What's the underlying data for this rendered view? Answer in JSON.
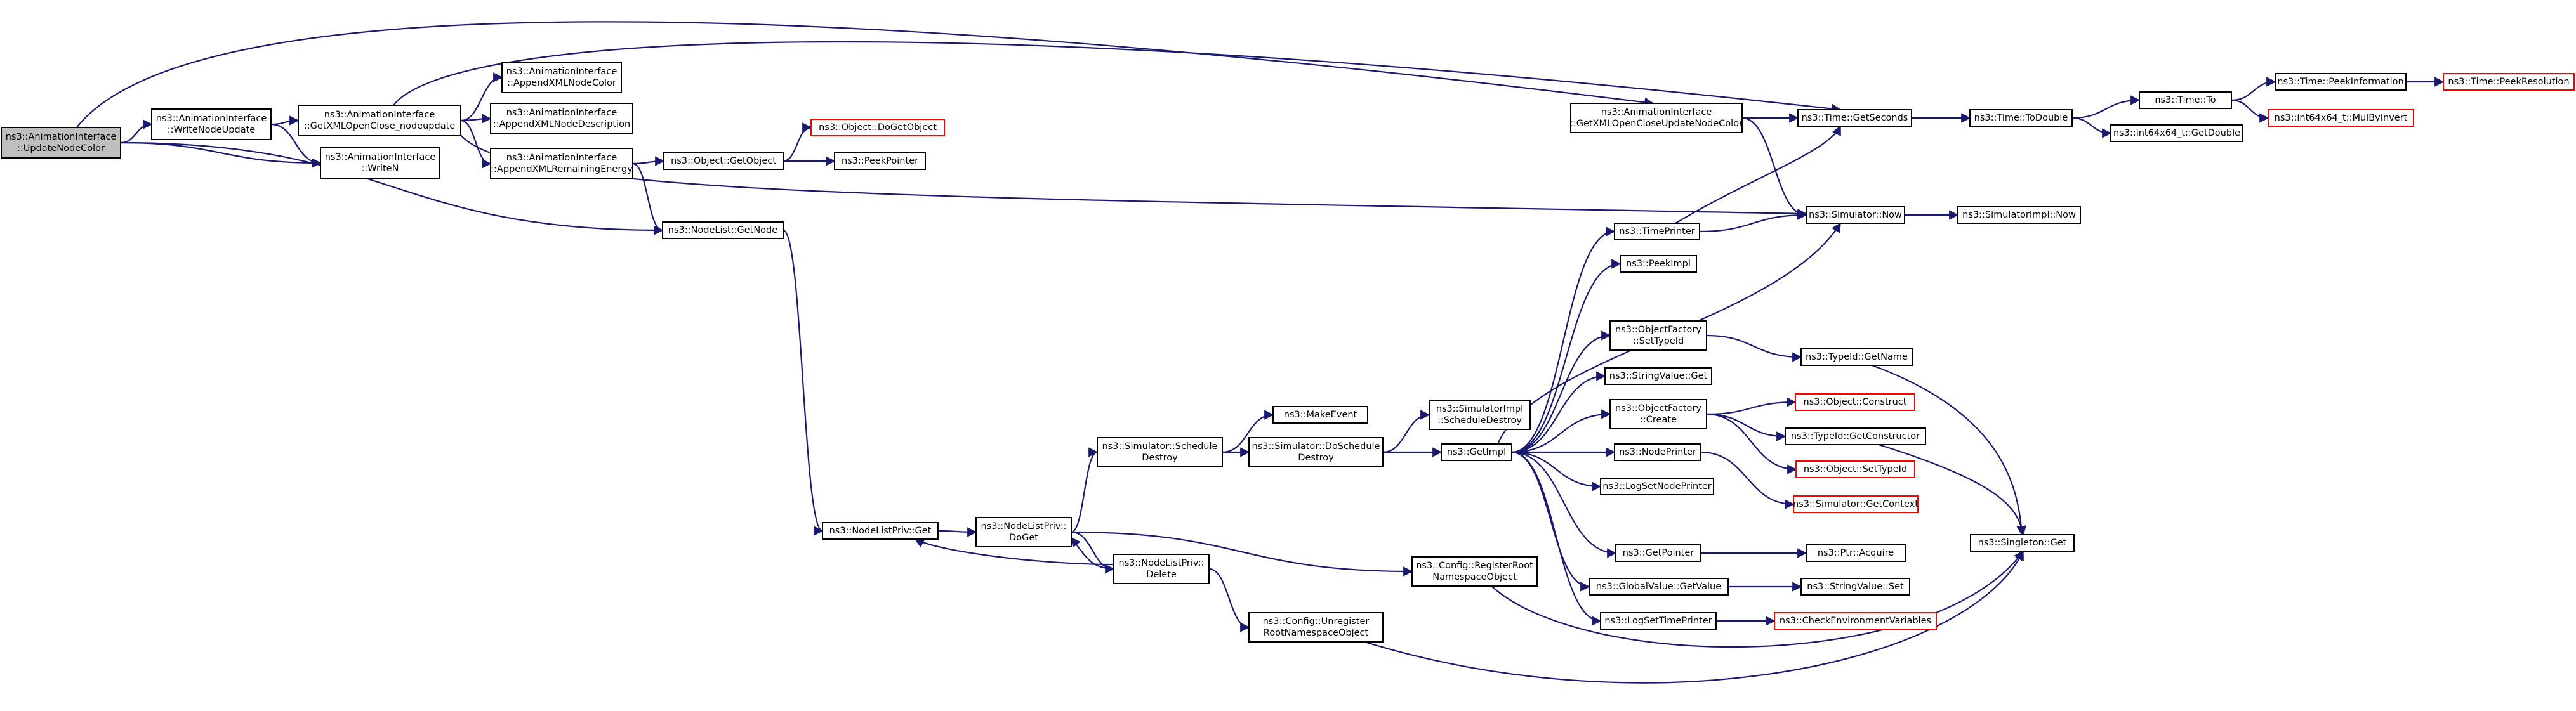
{
  "graph": {
    "edge_color": "#191970",
    "node_border": "#000000",
    "external_node_border": "#ff0000",
    "root_fill": "#bfbfbf",
    "nodes": [
      {
        "id": "n0",
        "lines": [
          "ns3::AnimationInterface",
          "::UpdateNodeColor"
        ],
        "variant": "root"
      },
      {
        "id": "n1",
        "lines": [
          "ns3::AnimationInterface",
          "::WriteNodeUpdate"
        ]
      },
      {
        "id": "n2",
        "lines": [
          "ns3::AnimationInterface",
          "::GetXMLOpenClose_nodeupdate"
        ]
      },
      {
        "id": "n3",
        "lines": [
          "ns3::AnimationInterface",
          "::WriteN"
        ]
      },
      {
        "id": "n4",
        "lines": [
          "ns3::AnimationInterface",
          "::AppendXMLNodeColor"
        ]
      },
      {
        "id": "n5",
        "lines": [
          "ns3::AnimationInterface",
          "::AppendXMLNodeDescription"
        ]
      },
      {
        "id": "n6",
        "lines": [
          "ns3::AnimationInterface",
          "::AppendXMLRemainingEnergy"
        ]
      },
      {
        "id": "n7",
        "lines": [
          "ns3::Object::DoGetObject"
        ],
        "variant": "red"
      },
      {
        "id": "n8",
        "lines": [
          "ns3::Object::GetObject"
        ]
      },
      {
        "id": "n9",
        "lines": [
          "ns3::PeekPointer"
        ]
      },
      {
        "id": "n10",
        "lines": [
          "ns3::NodeList::GetNode"
        ]
      },
      {
        "id": "n11",
        "lines": [
          "ns3::NodeListPriv::Get"
        ]
      },
      {
        "id": "n12",
        "lines": [
          "ns3::NodeListPriv::",
          "DoGet"
        ]
      },
      {
        "id": "n13",
        "lines": [
          "ns3::NodeListPriv::",
          "Delete"
        ]
      },
      {
        "id": "n14",
        "lines": [
          "ns3::Simulator::Schedule",
          "Destroy"
        ]
      },
      {
        "id": "n15",
        "lines": [
          "ns3::MakeEvent"
        ]
      },
      {
        "id": "n16",
        "lines": [
          "ns3::Simulator::DoSchedule",
          "Destroy"
        ]
      },
      {
        "id": "n17",
        "lines": [
          "ns3::SimulatorImpl",
          "::ScheduleDestroy"
        ]
      },
      {
        "id": "n18",
        "lines": [
          "ns3::GetImpl"
        ]
      },
      {
        "id": "n19",
        "lines": [
          "ns3::Config::Unregister",
          "RootNamespaceObject"
        ]
      },
      {
        "id": "n20",
        "lines": [
          "ns3::Config::RegisterRoot",
          "NamespaceObject"
        ]
      },
      {
        "id": "n21",
        "lines": [
          "ns3::AnimationInterface",
          "::GetXMLOpenCloseUpdateNodeColor"
        ]
      },
      {
        "id": "n22",
        "lines": [
          "ns3::Time::GetSeconds"
        ]
      },
      {
        "id": "n23",
        "lines": [
          "ns3::Time::ToDouble"
        ]
      },
      {
        "id": "n24",
        "lines": [
          "ns3::Time::To"
        ]
      },
      {
        "id": "n25",
        "lines": [
          "ns3::Time::PeekInformation"
        ]
      },
      {
        "id": "n26",
        "lines": [
          "ns3::Time::PeekResolution"
        ],
        "variant": "red"
      },
      {
        "id": "n27",
        "lines": [
          "ns3::int64x64_t::MulByInvert"
        ],
        "variant": "red"
      },
      {
        "id": "n28",
        "lines": [
          "ns3::int64x64_t::GetDouble"
        ]
      },
      {
        "id": "n29",
        "lines": [
          "ns3::Simulator::Now"
        ]
      },
      {
        "id": "n30",
        "lines": [
          "ns3::SimulatorImpl::Now"
        ]
      },
      {
        "id": "n31",
        "lines": [
          "ns3::TimePrinter"
        ]
      },
      {
        "id": "n32",
        "lines": [
          "ns3::PeekImpl"
        ]
      },
      {
        "id": "n33",
        "lines": [
          "ns3::ObjectFactory",
          "::SetTypeId"
        ]
      },
      {
        "id": "n34",
        "lines": [
          "ns3::TypeId::GetName"
        ]
      },
      {
        "id": "n35",
        "lines": [
          "ns3::StringValue::Get"
        ]
      },
      {
        "id": "n36",
        "lines": [
          "ns3::ObjectFactory",
          "::Create"
        ]
      },
      {
        "id": "n37",
        "lines": [
          "ns3::Object::Construct"
        ],
        "variant": "red"
      },
      {
        "id": "n38",
        "lines": [
          "ns3::TypeId::GetConstructor"
        ]
      },
      {
        "id": "n39",
        "lines": [
          "ns3::Object::SetTypeId"
        ],
        "variant": "red"
      },
      {
        "id": "n40",
        "lines": [
          "ns3::NodePrinter"
        ]
      },
      {
        "id": "n41",
        "lines": [
          "ns3::LogSetNodePrinter"
        ]
      },
      {
        "id": "n42",
        "lines": [
          "ns3::Simulator::GetContext"
        ],
        "variant": "red"
      },
      {
        "id": "n43",
        "lines": [
          "ns3::GetPointer"
        ]
      },
      {
        "id": "n44",
        "lines": [
          "ns3::Ptr::Acquire"
        ]
      },
      {
        "id": "n45",
        "lines": [
          "ns3::GlobalValue::GetValue"
        ]
      },
      {
        "id": "n46",
        "lines": [
          "ns3::StringValue::Set"
        ]
      },
      {
        "id": "n47",
        "lines": [
          "ns3::LogSetTimePrinter"
        ]
      },
      {
        "id": "n48",
        "lines": [
          "ns3::CheckEnvironmentVariables"
        ],
        "variant": "red"
      },
      {
        "id": "n49",
        "lines": [
          "ns3::Singleton::Get"
        ]
      }
    ],
    "edges": [
      [
        "n0",
        "n1"
      ],
      [
        "n0",
        "n3"
      ],
      [
        "n0",
        "n10"
      ],
      [
        "n0",
        "n21"
      ],
      [
        "n1",
        "n2"
      ],
      [
        "n1",
        "n3"
      ],
      [
        "n2",
        "n4"
      ],
      [
        "n2",
        "n5"
      ],
      [
        "n2",
        "n6"
      ],
      [
        "n2",
        "n22"
      ],
      [
        "n2",
        "n29"
      ],
      [
        "n6",
        "n8"
      ],
      [
        "n6",
        "n10"
      ],
      [
        "n8",
        "n7"
      ],
      [
        "n8",
        "n9"
      ],
      [
        "n10",
        "n11"
      ],
      [
        "n11",
        "n12"
      ],
      [
        "n12",
        "n14"
      ],
      [
        "n12",
        "n13"
      ],
      [
        "n12",
        "n20"
      ],
      [
        "n13",
        "n11"
      ],
      [
        "n13",
        "n12"
      ],
      [
        "n13",
        "n19"
      ],
      [
        "n14",
        "n15"
      ],
      [
        "n14",
        "n16"
      ],
      [
        "n16",
        "n17"
      ],
      [
        "n16",
        "n18"
      ],
      [
        "n19",
        "n49"
      ],
      [
        "n20",
        "n49"
      ],
      [
        "n21",
        "n22"
      ],
      [
        "n21",
        "n29"
      ],
      [
        "n22",
        "n23"
      ],
      [
        "n23",
        "n24"
      ],
      [
        "n23",
        "n28"
      ],
      [
        "n24",
        "n25"
      ],
      [
        "n24",
        "n27"
      ],
      [
        "n25",
        "n26"
      ],
      [
        "n29",
        "n30"
      ],
      [
        "n18",
        "n31"
      ],
      [
        "n18",
        "n32"
      ],
      [
        "n18",
        "n33"
      ],
      [
        "n18",
        "n35"
      ],
      [
        "n18",
        "n36"
      ],
      [
        "n18",
        "n40"
      ],
      [
        "n18",
        "n41"
      ],
      [
        "n18",
        "n43"
      ],
      [
        "n18",
        "n45"
      ],
      [
        "n18",
        "n47"
      ],
      [
        "n18",
        "n29"
      ],
      [
        "n31",
        "n22"
      ],
      [
        "n31",
        "n29"
      ],
      [
        "n33",
        "n34"
      ],
      [
        "n34",
        "n49"
      ],
      [
        "n36",
        "n37"
      ],
      [
        "n36",
        "n38"
      ],
      [
        "n36",
        "n39"
      ],
      [
        "n38",
        "n49"
      ],
      [
        "n40",
        "n42"
      ],
      [
        "n43",
        "n44"
      ],
      [
        "n45",
        "n46"
      ],
      [
        "n47",
        "n48"
      ]
    ]
  }
}
